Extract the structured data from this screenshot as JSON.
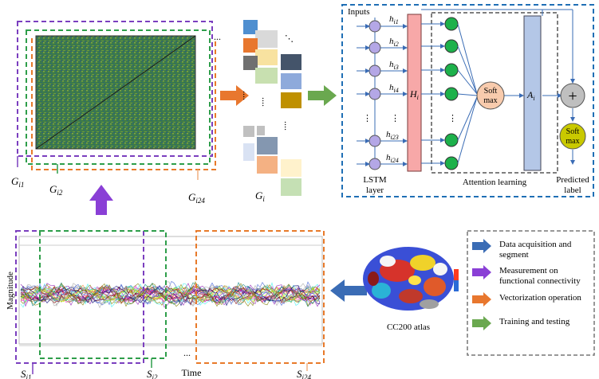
{
  "matrix_labels": {
    "g1": "G",
    "g1_sub": "i1",
    "g2": "G",
    "g2_sub": "i2",
    "g24": "G",
    "g24_sub": "i24",
    "ellipsis": "..."
  },
  "gi_label": {
    "main": "G",
    "sub": "i"
  },
  "network": {
    "inputs": "Inputs",
    "hidden": [
      {
        "main": "h",
        "sub": "i1"
      },
      {
        "main": "h",
        "sub": "i2"
      },
      {
        "main": "h",
        "sub": "i3"
      },
      {
        "main": "h",
        "sub": "i4"
      },
      {
        "main": "h",
        "sub": "i23"
      },
      {
        "main": "h",
        "sub": "i24"
      }
    ],
    "H": {
      "main": "H",
      "sub": "i"
    },
    "A": {
      "main": "A",
      "sub": "i"
    },
    "softmax1": [
      "Soft",
      "max"
    ],
    "softmax2": [
      "Soft",
      "max"
    ],
    "plus": "+",
    "lstm": [
      "LSTM",
      "layer"
    ],
    "attention": "Attention  learning",
    "predicted": [
      "Predicted",
      "label"
    ],
    "dots": "..."
  },
  "signal": {
    "ylabel": "Magnitude",
    "xlabel": "Time",
    "ellipsis": "...",
    "s1": {
      "main": "S",
      "sub": "i1"
    },
    "s2": {
      "main": "S",
      "sub": "i2"
    },
    "s24": {
      "main": "S",
      "sub": "i24"
    }
  },
  "atlas_label": "CC200 atlas",
  "legend": [
    {
      "lines": [
        "Data acquisition and",
        "segment"
      ],
      "color": "#3a6cb5"
    },
    {
      "lines": [
        "Measurement on",
        "functional connectivity"
      ],
      "color": "#8a3fd6"
    },
    {
      "lines": [
        "Vectorization operation"
      ],
      "color": "#e8772e"
    },
    {
      "lines": [
        "Training and testing"
      ],
      "color": "#6aa84f"
    }
  ],
  "colors": {
    "purple": "#7b3fbf",
    "green": "#2e9e4a",
    "orange": "#e87a2a",
    "blue_dash": "#1f6fb5",
    "arrow_orange": "#e8772e",
    "arrow_green": "#6aa84f",
    "arrow_blue": "#3a6cb5",
    "arrow_purple": "#8a3fd6"
  }
}
